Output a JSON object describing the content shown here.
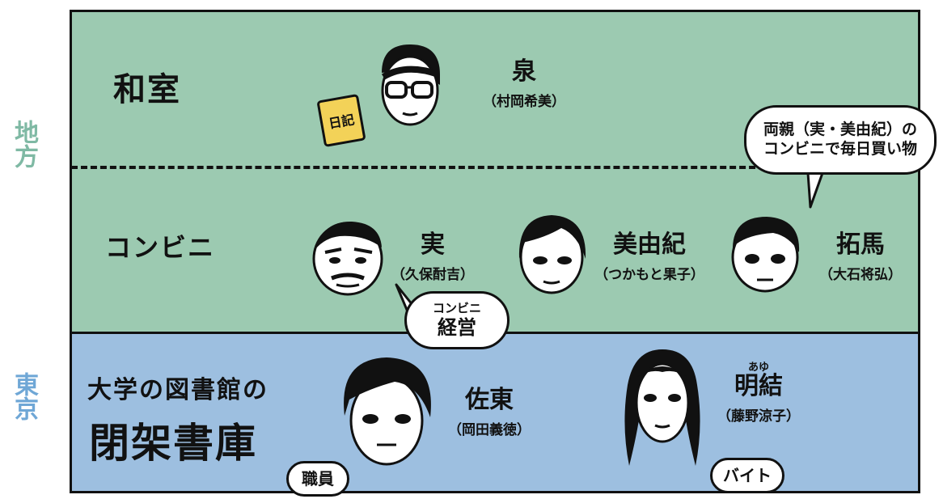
{
  "regions": {
    "rural": "地方",
    "tokyo": "東京"
  },
  "places": {
    "washitsu": "和室",
    "konbini": "コンビニ",
    "library_line1": "大学の図書館の",
    "library_line2": "閉架書庫"
  },
  "book_label": "日記",
  "characters": {
    "izumi": {
      "role": "泉",
      "actor": "（村岡希美）"
    },
    "minoru": {
      "role": "実",
      "actor": "（久保酎吉）"
    },
    "yumiki": {
      "role": "美由紀",
      "actor": "（つかもと果子）"
    },
    "takuma": {
      "role": "拓馬",
      "actor": "（大石将弘）"
    },
    "sato": {
      "role": "佐東",
      "actor": "（岡田義徳）"
    },
    "ayu": {
      "ruby": "あゆ",
      "role": "明結",
      "actor": "（藤野涼子）"
    }
  },
  "bubbles": {
    "parents_line1": "両親（実・美由紀）の",
    "parents_line2": "コンビニで毎日買い物",
    "manage_line1": "コンビニ",
    "manage_line2": "経営",
    "staff": "職員",
    "parttime": "バイト"
  },
  "colors": {
    "rural_bg": "#9ccab1",
    "tokyo_bg": "#9dbfe0",
    "region_label": "#7fb9a4",
    "tokyo_label": "#6fa7d6",
    "book": "#f3d258"
  }
}
